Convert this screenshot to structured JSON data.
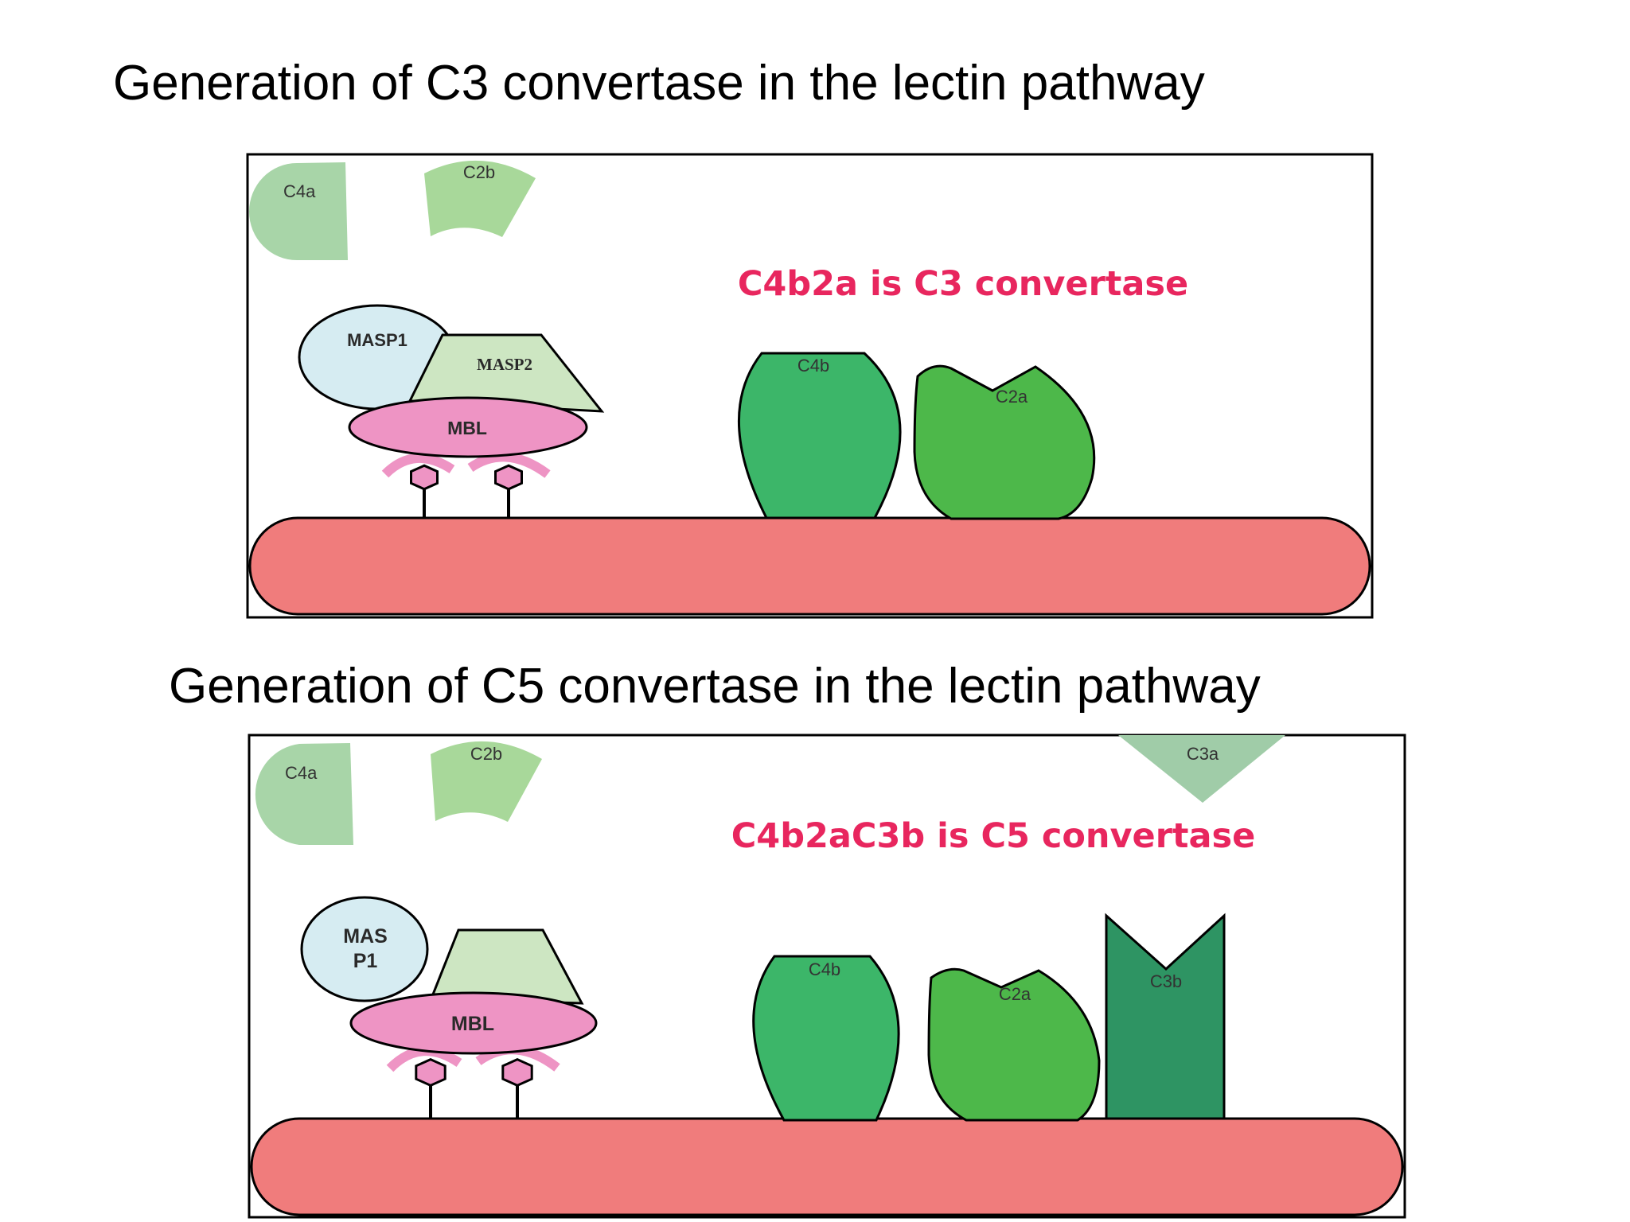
{
  "panel1": {
    "title": "Generation of C3 convertase in the lectin pathway",
    "statement": "C4b2a is C3 convertase",
    "labels": {
      "c4a": "C4a",
      "c2b": "C2b",
      "masp1": "MASP1",
      "masp2": "MASP2",
      "mbl": "MBL",
      "c4b": "C4b",
      "c2a": "C2a"
    }
  },
  "panel2": {
    "title": "Generation of C5 convertase in the lectin pathway",
    "statement": "C4b2aC3b is C5 convertase",
    "labels": {
      "c4a": "C4a",
      "c2b": "C2b",
      "c3a": "C3a",
      "masp1_line1": "MAS",
      "masp1_line2": "P1",
      "mbl": "MBL",
      "c4b": "C4b",
      "c2a": "C2a",
      "c3b": "C3b"
    }
  },
  "colors": {
    "statement": "#e8265e",
    "membrane": "#f07c7c",
    "c4a": "#a8d5a8",
    "c2b": "#a8d89a",
    "c3a": "#a0cca8",
    "masp1": "#d6ecf2",
    "masp2": "#cde6c2",
    "mbl": "#ee94c4",
    "c4b": "#3cb669",
    "c2a": "#4db84a",
    "c3b": "#2e9463"
  }
}
